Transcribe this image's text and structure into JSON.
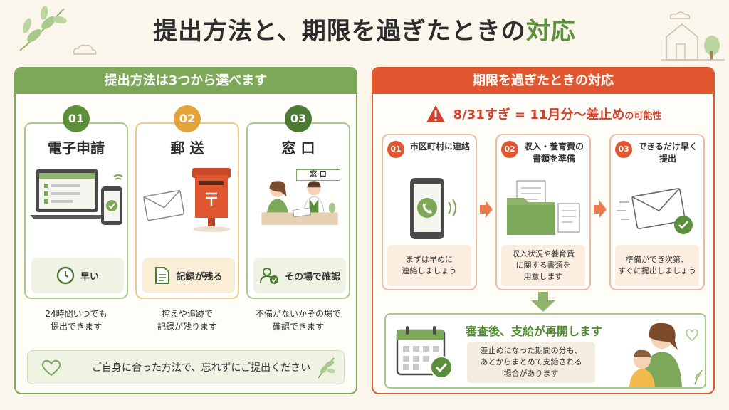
{
  "title": {
    "main": "提出方法と、期限を過ぎたときの",
    "accent": "対応"
  },
  "left_panel": {
    "header": "提出方法は3つから選べます",
    "methods": [
      {
        "number": "01",
        "title": "電子申請",
        "tag": "早い",
        "desc_line1": "24時間いつでも",
        "desc_line2": "提出できます"
      },
      {
        "number": "02",
        "title": "郵 送",
        "tag": "記録が残る",
        "desc_line1": "控えや追跡で",
        "desc_line2": "記録が残ります"
      },
      {
        "number": "03",
        "title": "窓 口",
        "tag": "その場で確認",
        "desc_line1": "不備がないかその場で",
        "desc_line2": "確認できます",
        "sign": "窓 口"
      }
    ],
    "note": "ご自身に合った方法で、忘れずにご提出ください"
  },
  "right_panel": {
    "header": "期限を過ぎたときの対応",
    "warning": "8/31すぎ = 11月分〜差止め",
    "warning_suffix": "の可能性",
    "steps": [
      {
        "number": "01",
        "title": "市区町村に連絡",
        "desc_line1": "まずは早めに",
        "desc_line2": "連絡しましょう",
        "desc_line3": ""
      },
      {
        "number": "02",
        "title": "収入・養育費の書類を準備",
        "desc_line1": "収入状況や養育費",
        "desc_line2": "に関する書類を",
        "desc_line3": "用意します"
      },
      {
        "number": "03",
        "title": "できるだけ早く提出",
        "desc_line1": "準備ができ次第、",
        "desc_line2": "すぐに提出しましょう",
        "desc_line3": ""
      }
    ],
    "resume_title": "審査後、支給が再開します",
    "resume_desc_line1": "差止めになった期間の分も、",
    "resume_desc_line2": "あとからまとめて支給される",
    "resume_desc_line3": "場合があります"
  },
  "colors": {
    "green": "#7da85a",
    "orange": "#e0562e",
    "yellow": "#e2a33a",
    "dark_green": "#4c7a32"
  }
}
